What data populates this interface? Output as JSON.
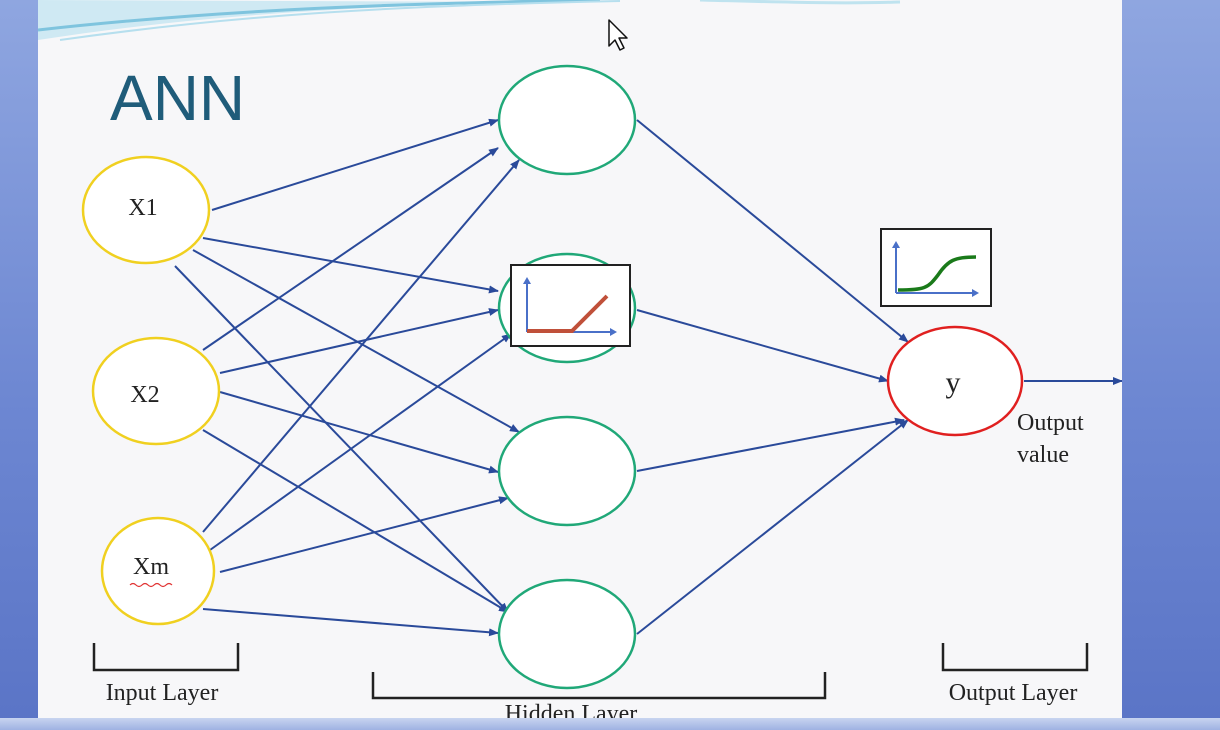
{
  "slide": {
    "title": "ANN"
  },
  "input_nodes": [
    {
      "label": "X1"
    },
    {
      "label": "X2"
    },
    {
      "label": "Xm"
    }
  ],
  "output_node": {
    "label": "y"
  },
  "output_value_label": [
    "Output",
    "value"
  ],
  "layer_labels": {
    "input": "Input Layer",
    "hidden": "Hidden Layer",
    "output": "Output Layer"
  },
  "colors": {
    "title": "#1f5c7a",
    "input_node_stroke": "#f0d020",
    "hidden_node_stroke": "#20a878",
    "output_node_stroke": "#e02020",
    "arrow": "#2a4a9a",
    "relu_line": "#c0503a",
    "sigmoid_line": "#1a7a1a",
    "axis": "#4a70c8"
  },
  "icons": [
    "relu-activation-icon",
    "sigmoid-activation-icon",
    "mouse-cursor-icon"
  ]
}
